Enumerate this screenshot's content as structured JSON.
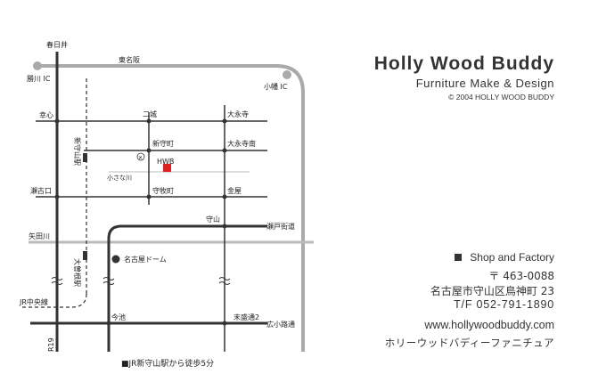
{
  "company": {
    "name": "Holly Wood Buddy",
    "tagline": "Furniture Make & Design",
    "copyright": "© 2004 HOLLY WOOD BUDDY",
    "section_label": "Shop and Factory",
    "postal": "〒 463-0088",
    "address": "名古屋市守山区鳥神町 23",
    "tel": "T/F  052-791-1890",
    "website": "www.hollywoodbuddy.com",
    "name_kana": "ホリーウッドバディーファニチュア"
  },
  "map": {
    "labels": {
      "kasugai": "春日井",
      "tomeihan": "東名阪",
      "katsukawa_ic": "勝川 IC",
      "komaki_ic": "小幡 IC",
      "koshin": "幸心",
      "nijo": "二城",
      "oonagaji": "大永寺",
      "shinmoriyama_st": "新守山駅",
      "shinmorimachi": "新守町",
      "oonagaji_minami": "大永寺南",
      "hwb": "HWB",
      "kosagawa": "小さな川",
      "seko_guchi": "瀬古口",
      "shumokucho": "守牧町",
      "kanaya": "金屋",
      "moriyama": "守山",
      "seto_kaido": "瀬戸街道",
      "yadagawa": "矢田川",
      "nagoya_dome": "名古屋ドーム",
      "ozone_st": "大曽根駅",
      "jr_chuo": "JR中央線",
      "imaike": "今池",
      "suemori2": "末盛通2",
      "hirokoji": "広小路通",
      "r19": "R19",
      "access_note": "■JR新守山駅から徒歩5分"
    },
    "colors": {
      "road": "#333333",
      "expressway": "#aaaaaa",
      "river": "#bbbbbb",
      "railway": "#333333",
      "marker": "#e02020",
      "text": "#222222"
    }
  }
}
